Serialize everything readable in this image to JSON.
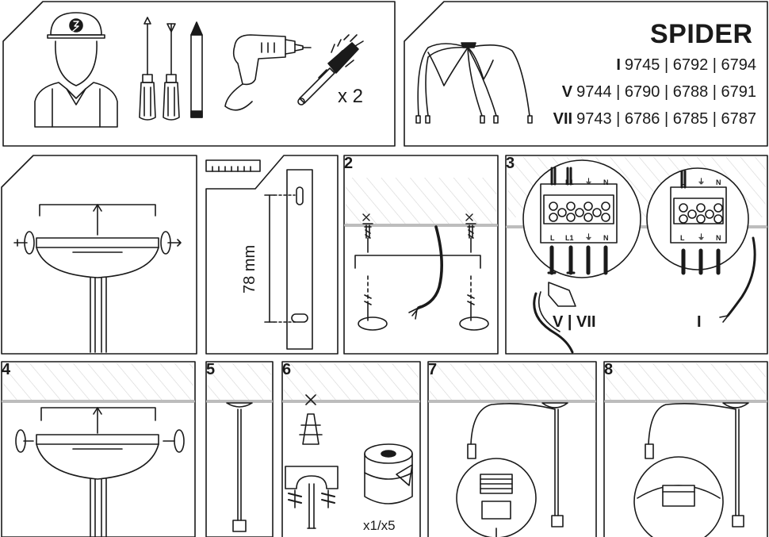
{
  "header": {
    "title": "SPIDER",
    "models": [
      {
        "numeral": "I",
        "codes": "9745 | 6792 | 6794"
      },
      {
        "numeral": "V",
        "codes": "9744 | 6790 | 6788 | 6791"
      },
      {
        "numeral": "VII",
        "codes": "9743 | 6786 | 6785 | 6787"
      }
    ]
  },
  "tools": {
    "icons": [
      "electrician-icon",
      "screwdriver-icon",
      "screwdriver-icon",
      "pencil-icon",
      "drill-icon",
      "wall-plug-icon"
    ],
    "quantity": "x 2"
  },
  "steps": {
    "measure": "78 mm",
    "s2": "2",
    "s3": "3",
    "s4": "4",
    "s5": "5",
    "s6": "6",
    "s7": "7",
    "s8": "8",
    "variant_multi": "V | VII",
    "variant_single": "I",
    "cup_qty": "x1/x5"
  },
  "terminals": {
    "multi": [
      "L",
      "L1",
      "⏚",
      "N"
    ],
    "multi_bottom": [
      "L",
      "L1",
      "⏚",
      "N"
    ],
    "single": [
      "L",
      "⏚",
      "N"
    ],
    "single_bottom": [
      "L",
      "⏚",
      "N"
    ]
  }
}
